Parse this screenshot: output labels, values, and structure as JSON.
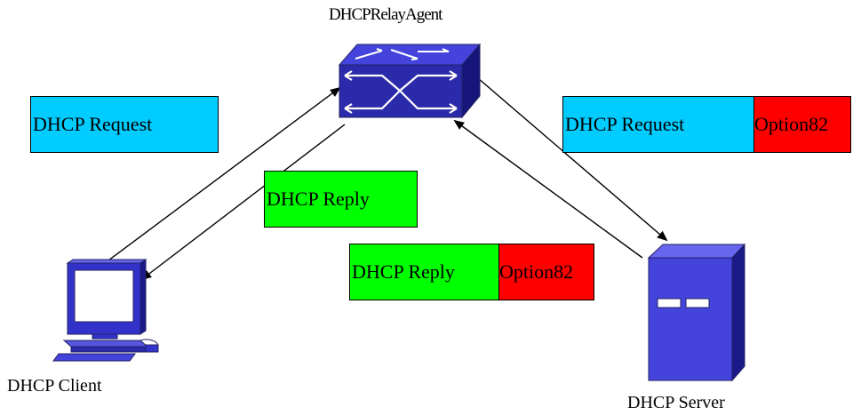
{
  "labels": {
    "relay_agent": "DHCPRelayAgent",
    "client": "DHCP Client",
    "server": "DHCP Server"
  },
  "messages": {
    "request_plain": "DHCP Request",
    "reply_plain": "DHCP Reply",
    "request_with_option": {
      "message": "DHCP Request",
      "option": "Option82"
    },
    "reply_with_option": {
      "message": "DHCP Reply",
      "option": "Option82"
    }
  },
  "colors": {
    "request": "#00ccff",
    "reply": "#00ff00",
    "option": "#ff0000",
    "device": "#3333cc"
  },
  "icons": {
    "relay": "switch-icon",
    "client": "computer-icon",
    "server": "server-icon"
  }
}
